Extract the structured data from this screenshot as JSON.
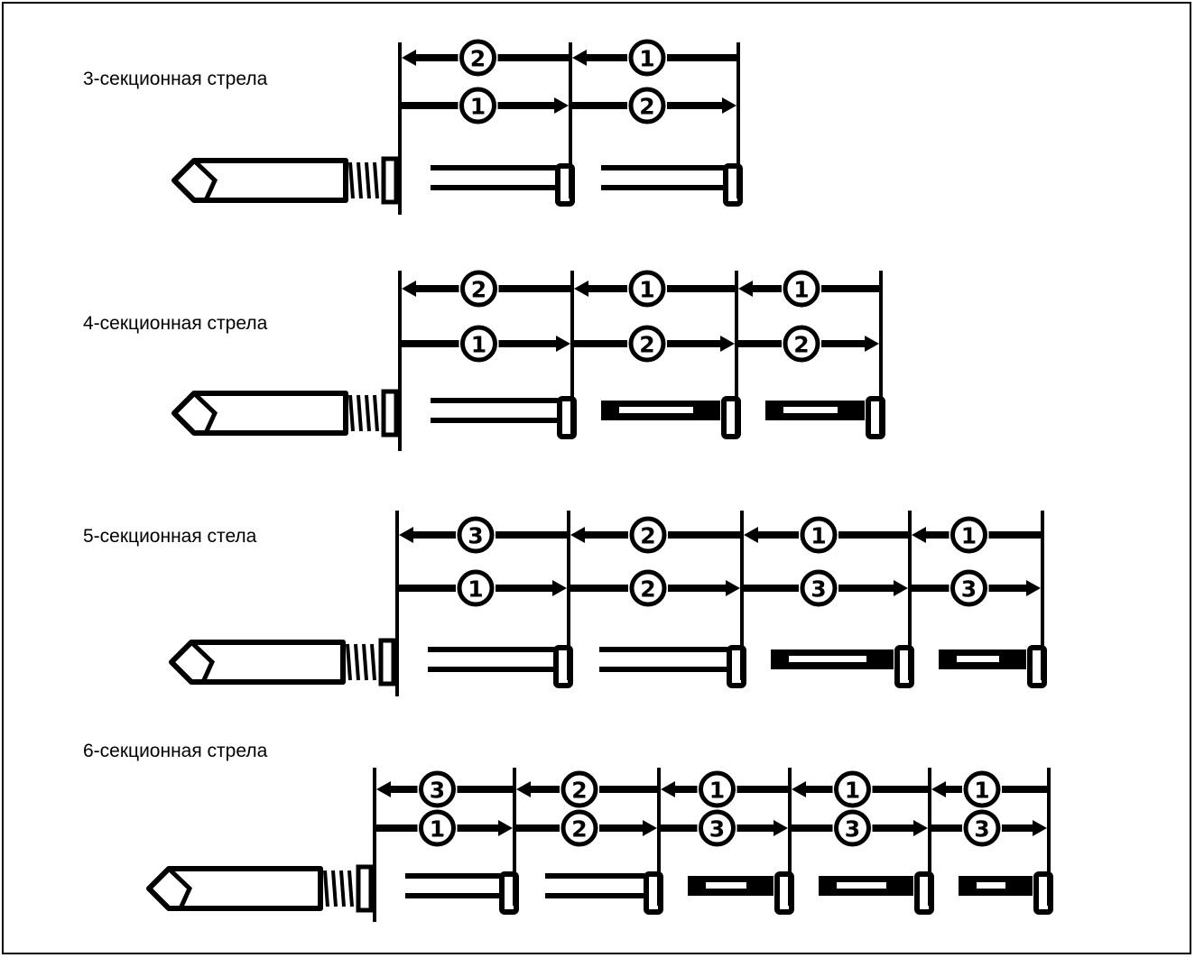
{
  "diagrams": [
    {
      "label": "3-секционная стрела",
      "sections": 3,
      "retract_sequence": [
        "2",
        "1"
      ],
      "extend_sequence": [
        "1",
        "2"
      ]
    },
    {
      "label": "4-секционная стрела",
      "sections": 4,
      "retract_sequence": [
        "2",
        "1",
        "1"
      ],
      "extend_sequence": [
        "1",
        "2",
        "2"
      ]
    },
    {
      "label": "5-секционная стела",
      "sections": 5,
      "retract_sequence": [
        "3",
        "2",
        "1",
        "1"
      ],
      "extend_sequence": [
        "1",
        "2",
        "3",
        "3"
      ]
    },
    {
      "label": "6-секционная стрела",
      "sections": 6,
      "retract_sequence": [
        "3",
        "2",
        "1",
        "1",
        "1"
      ],
      "extend_sequence": [
        "1",
        "2",
        "3",
        "3",
        "3"
      ]
    }
  ]
}
